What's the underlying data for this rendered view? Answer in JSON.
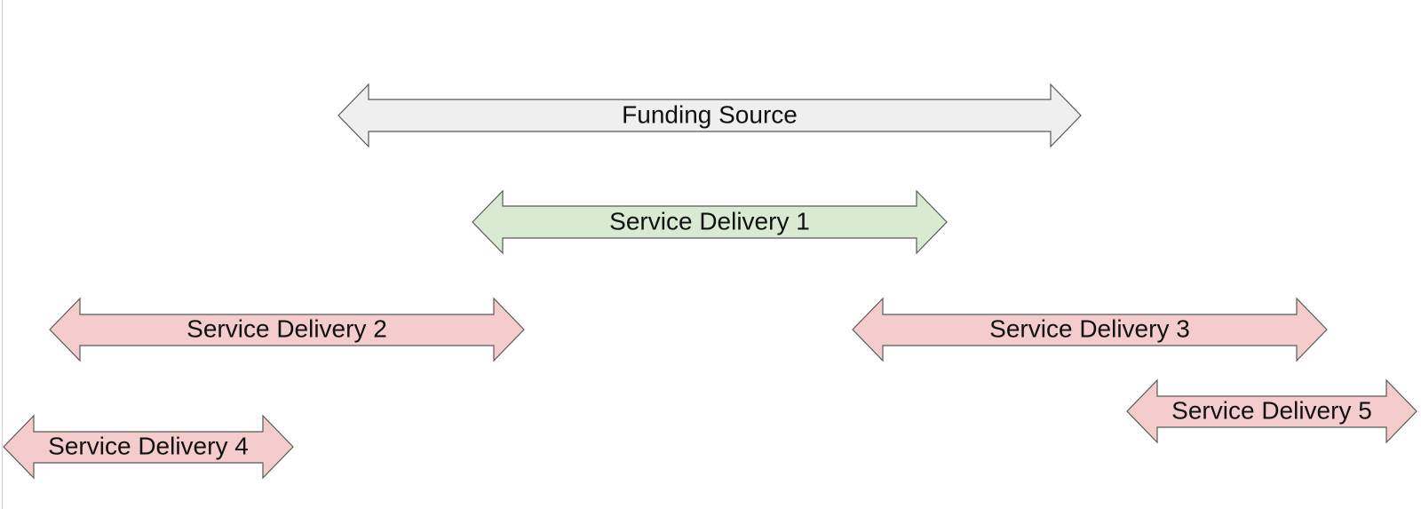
{
  "diagram": {
    "colors": {
      "neutral_fill": "#efefef",
      "green_fill": "#d9ead3",
      "red_fill": "#f4cccc",
      "stroke": "#595959",
      "text": "#111111"
    },
    "arrows": [
      {
        "id": "funding-source",
        "label": "Funding Source",
        "color": "neutral_fill",
        "shape": "double-headed-arrow"
      },
      {
        "id": "service-delivery-1",
        "label": "Service Delivery 1",
        "color": "green_fill",
        "shape": "double-headed-arrow"
      },
      {
        "id": "service-delivery-2",
        "label": "Service Delivery 2",
        "color": "red_fill",
        "shape": "double-headed-arrow"
      },
      {
        "id": "service-delivery-3",
        "label": "Service Delivery 3",
        "color": "red_fill",
        "shape": "double-headed-arrow"
      },
      {
        "id": "service-delivery-4",
        "label": "Service Delivery 4",
        "color": "red_fill",
        "shape": "double-headed-arrow"
      },
      {
        "id": "service-delivery-5",
        "label": "Service Delivery 5",
        "color": "red_fill",
        "shape": "double-headed-arrow"
      }
    ]
  }
}
